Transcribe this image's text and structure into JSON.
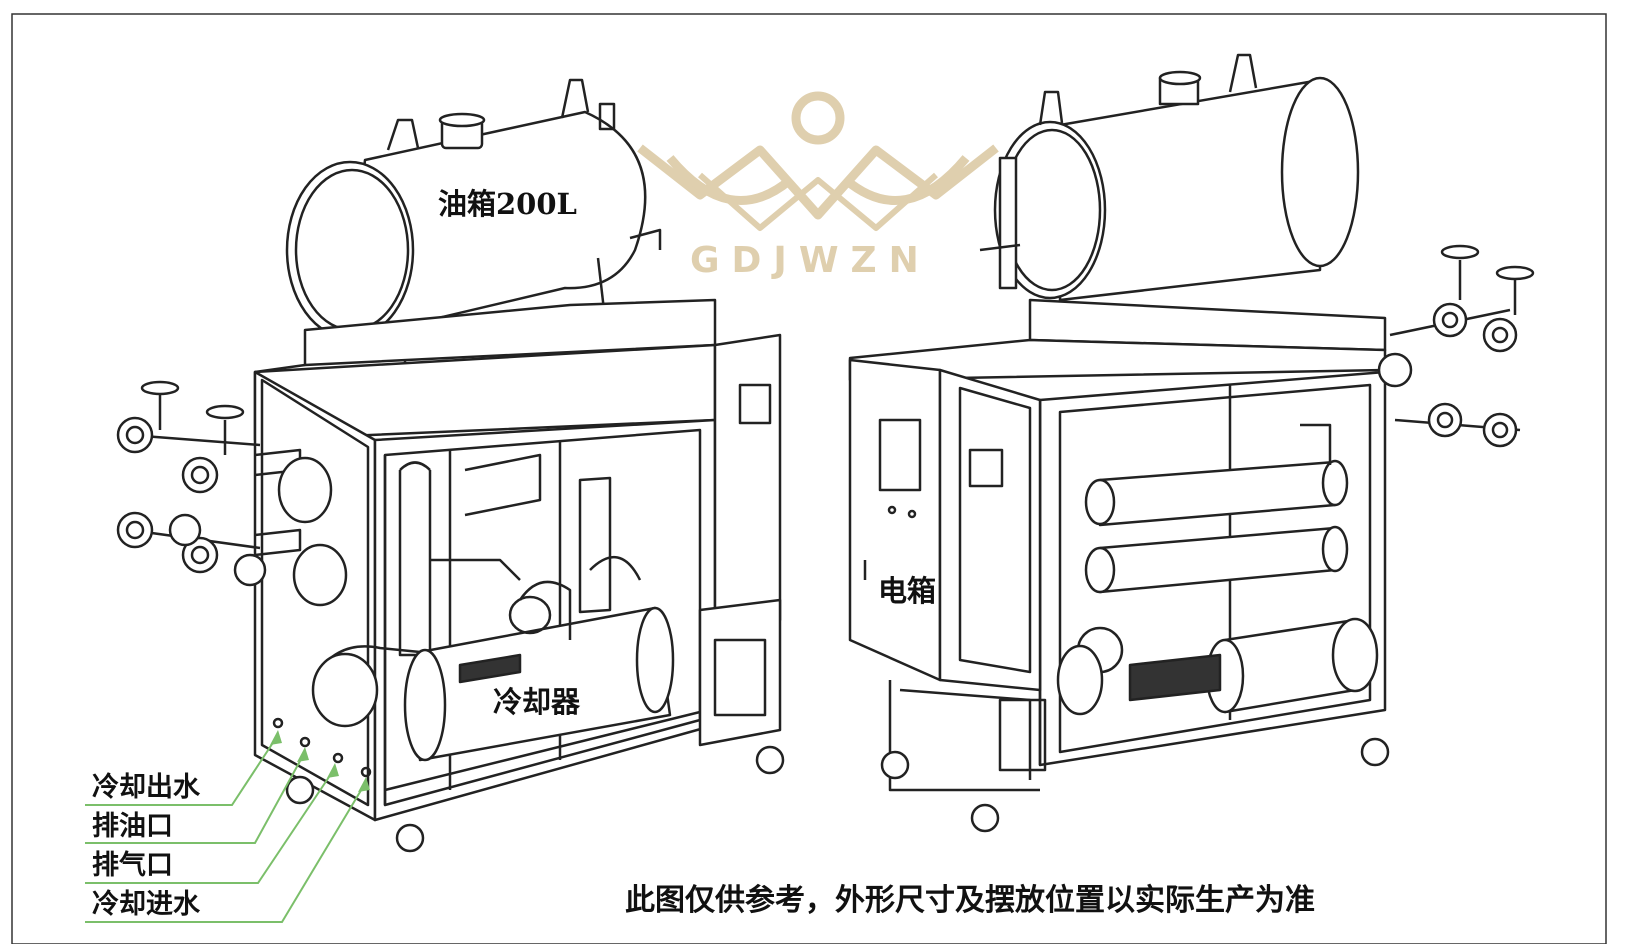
{
  "watermark": {
    "text": "GDJWZN",
    "color": "#dfcfae"
  },
  "labels": {
    "oil_tank": "油箱200L",
    "cooler": "冷却器",
    "electric_box": "电箱"
  },
  "side_labels": [
    "冷却出水",
    "排油口",
    "排气口",
    "冷却进水"
  ],
  "leader_color": "#7bbf6a",
  "note": "此图仅供参考，外形尺寸及摆放位置以实际生产为准"
}
